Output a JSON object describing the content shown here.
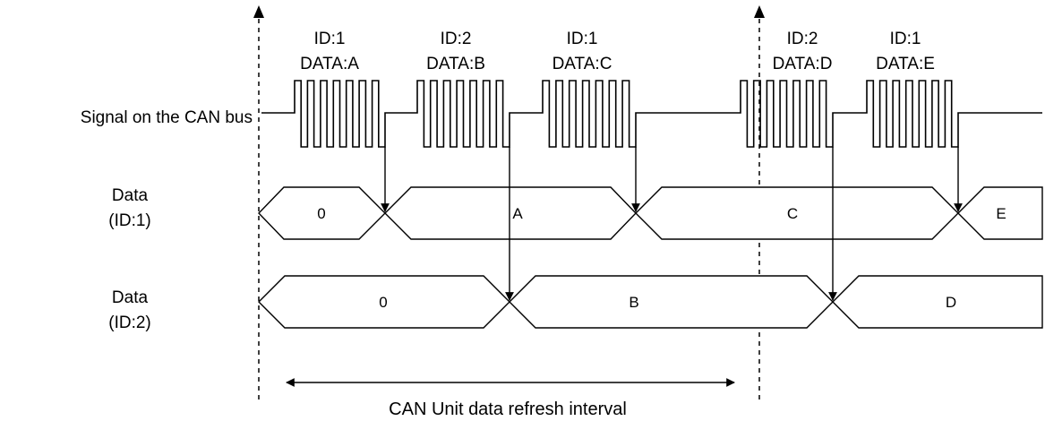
{
  "labels": {
    "signal": "Signal on the CAN bus",
    "data_id1_line1": "Data",
    "data_id1_line2": "(ID:1)",
    "data_id2_line1": "Data",
    "data_id2_line2": "(ID:2)",
    "refresh_interval": "CAN Unit data refresh interval"
  },
  "frames": [
    {
      "id": "ID:1",
      "data": "DATA:A"
    },
    {
      "id": "ID:2",
      "data": "DATA:B"
    },
    {
      "id": "ID:1",
      "data": "DATA:C"
    },
    {
      "id": "ID:2",
      "data": "DATA:D"
    },
    {
      "id": "ID:1",
      "data": "DATA:E"
    }
  ],
  "id1_values": [
    "0",
    "A",
    "C",
    "E"
  ],
  "id2_values": [
    "0",
    "B",
    "D"
  ]
}
